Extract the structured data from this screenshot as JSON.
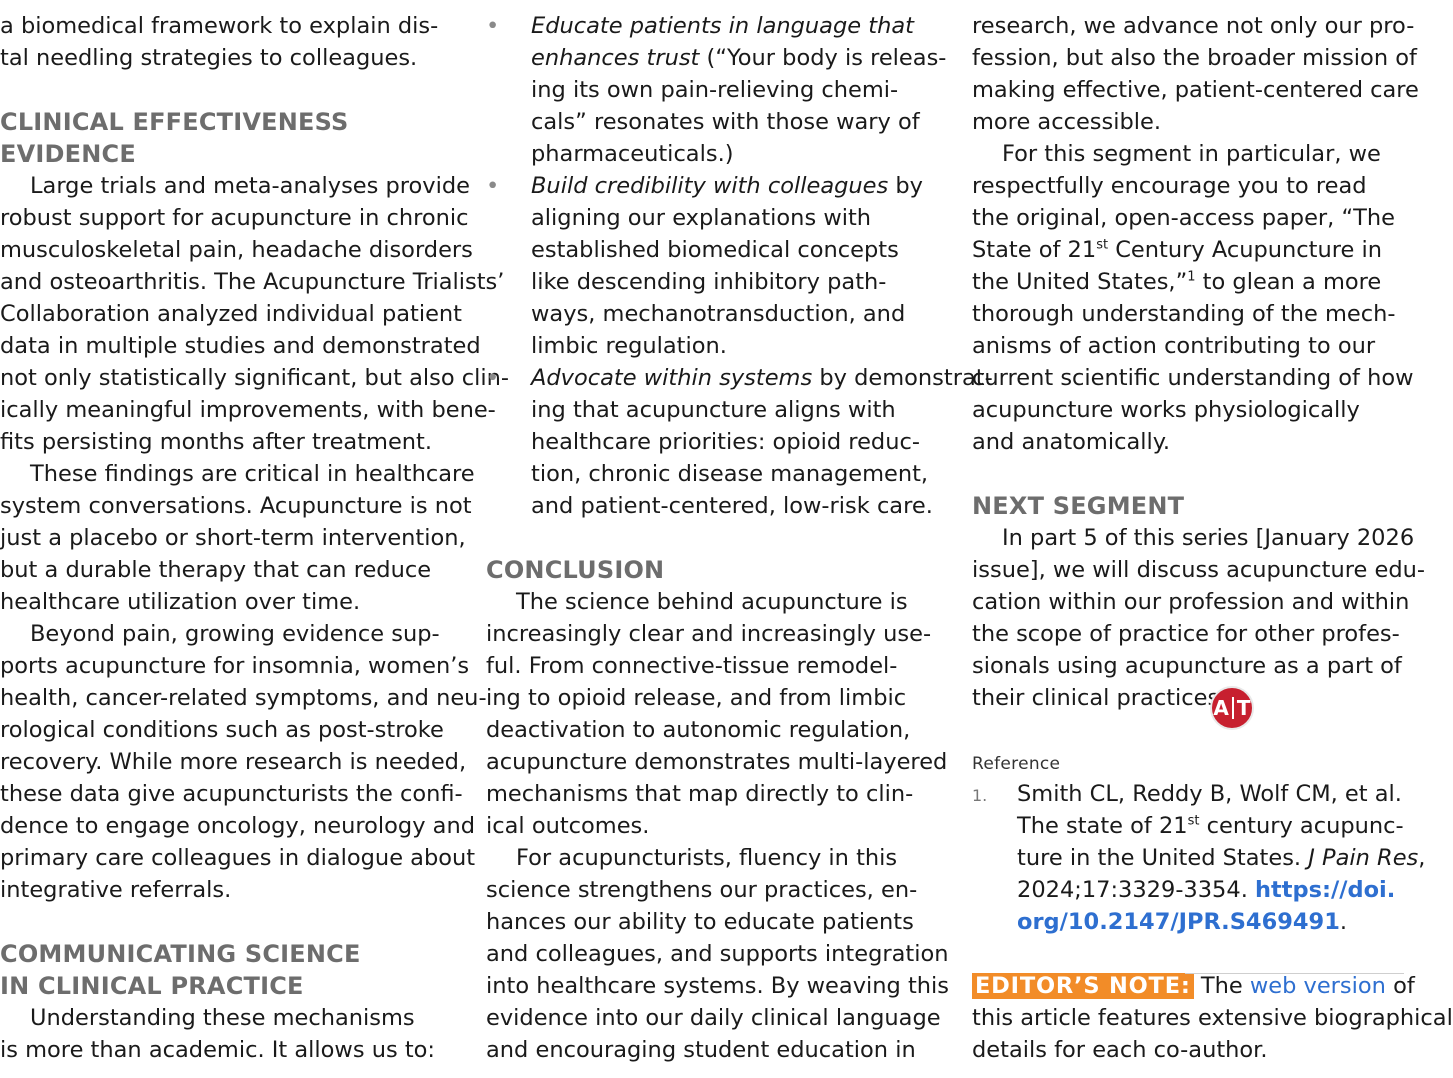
{
  "col1": {
    "intro": [
      "a biomedical framework to explain dis-",
      "tal needling strategies to colleagues."
    ],
    "h1": [
      "CLINICAL EFFECTIVENESS",
      "EVIDENCE"
    ],
    "p1": [
      "Large trials and meta-analyses provide",
      "robust support for acupuncture in chronic",
      "musculoskeletal pain, headache disorders",
      "and osteoarthritis. The Acupuncture Trialists’",
      "Collaboration analyzed individual patient",
      "data in multiple studies and demonstrated",
      "not only statistically significant, but also clin-",
      "ically meaningful improvements, with bene-",
      "fits persisting months after treatment."
    ],
    "p2": [
      "These findings are critical in healthcare",
      "system conversations. Acupuncture is not",
      "just a placebo or short-term intervention,",
      "but a durable therapy that can reduce",
      "healthcare utilization over time."
    ],
    "p3": [
      "Beyond pain, growing evidence sup-",
      "ports acupuncture for insomnia, women’s",
      "health, cancer-related symptoms, and neu-",
      "rological conditions such as post-stroke",
      "recovery. While more research is needed,",
      "these data give acupuncturists the confi-",
      "dence to engage oncology, neurology and",
      "primary care colleagues in dialogue about",
      "integrative referrals."
    ],
    "h2": [
      "COMMUNICATING SCIENCE",
      "IN CLINICAL PRACTICE"
    ],
    "p4": [
      "Understanding these mechanisms",
      "is more than academic. It allows us to:"
    ]
  },
  "col2": {
    "b1": {
      "bullet": "•",
      "lead1": "Educate patients in language that",
      "lead2": "enhances trust",
      "rest2": " (“Your body is releas-",
      "lines": [
        "ing its own pain-relieving chemi-",
        "cals” resonates with those wary of",
        "pharmaceuticals.)"
      ]
    },
    "b2": {
      "bullet": "•",
      "lead": "Build credibility with colleagues",
      "rest": " by",
      "lines": [
        "aligning our explanations with",
        "established biomedical concepts",
        "like descending inhibitory path-",
        "ways, mechanotransduction, and",
        "limbic regulation."
      ]
    },
    "b3": {
      "bullet": "•",
      "lead": "Advocate within systems",
      "rest": " by demonstrat-",
      "lines": [
        "ing that acupuncture aligns with",
        "healthcare priorities: opioid reduc-",
        "tion, chronic disease management,",
        "and patient-centered, low-risk care."
      ]
    },
    "h3": "CONCLUSION",
    "p5": [
      "The science behind acupuncture is",
      "increasingly clear and increasingly use-",
      "ful. From connective-tissue remodel-",
      "ing to opioid release, and from limbic",
      "deactivation to autonomic regulation,",
      "acupuncture demonstrates multi-layered",
      "mechanisms that map directly to clin-",
      "ical outcomes."
    ],
    "p6": [
      "For acupuncturists, fluency in this",
      "science strengthens our practices, en-",
      "hances our ability to educate patients",
      "and colleagues, and supports integration",
      "into healthcare systems. By weaving this",
      "evidence into our daily clinical language",
      "and encouraging student education in"
    ]
  },
  "col3": {
    "p7": [
      "research, we advance not only our pro-",
      "fession, but also the broader mission of",
      "making effective, patient-centered care",
      "more accessible."
    ],
    "p8": {
      "l1": "For this segment in particular, we",
      "l2": "respectfully encourage you to read",
      "l3": "the original, open-access paper, “The",
      "l4a": "State of 21",
      "l4sup": "st",
      "l4b": " Century Acupuncture in",
      "l5a": "the United States,”",
      "l5sup": "1",
      "l5b": " to glean a more",
      "l6": "thorough understanding of the mech-",
      "l7": "anisms of action contributing to our",
      "l8": "current scientific understanding of how",
      "l9": "acupuncture works physiologically",
      "l10": "and anatomically."
    },
    "h4": "NEXT SEGMENT",
    "p9": [
      "In part 5 of this series [January 2026",
      "issue], we will discuss acupuncture edu-",
      "cation within our profession and within",
      "the scope of practice for other profes-",
      "sionals using acupuncture as a part of",
      "their clinical practices."
    ],
    "logo": {
      "left": "A",
      "right": "T",
      "color": "#c7202f"
    },
    "ref_heading": "Reference",
    "ref": {
      "num": "1.",
      "l1": "Smith CL, Reddy B, Wolf CM, et al.",
      "l2a": "The state of 21",
      "l2sup": "st",
      "l2b": " century acupunc-",
      "l3a": "ture in the United States. ",
      "l3journal": "J Pain Res",
      "l3b": ",",
      "l4a": "2024;17:3329-3354. ",
      "l4link": "https://doi.",
      "l5link": "org/10.2147/JPR.S469491",
      "l5b": "."
    },
    "editor": {
      "tag": "EDITOR’S NOTE:",
      "a": " The ",
      "link": "web version",
      "b": " of",
      "l2": "this article features extensive biographical",
      "l3": "details for each co-author.",
      "tag_color": "#f28c28",
      "link_color": "#2e6fd0"
    }
  }
}
